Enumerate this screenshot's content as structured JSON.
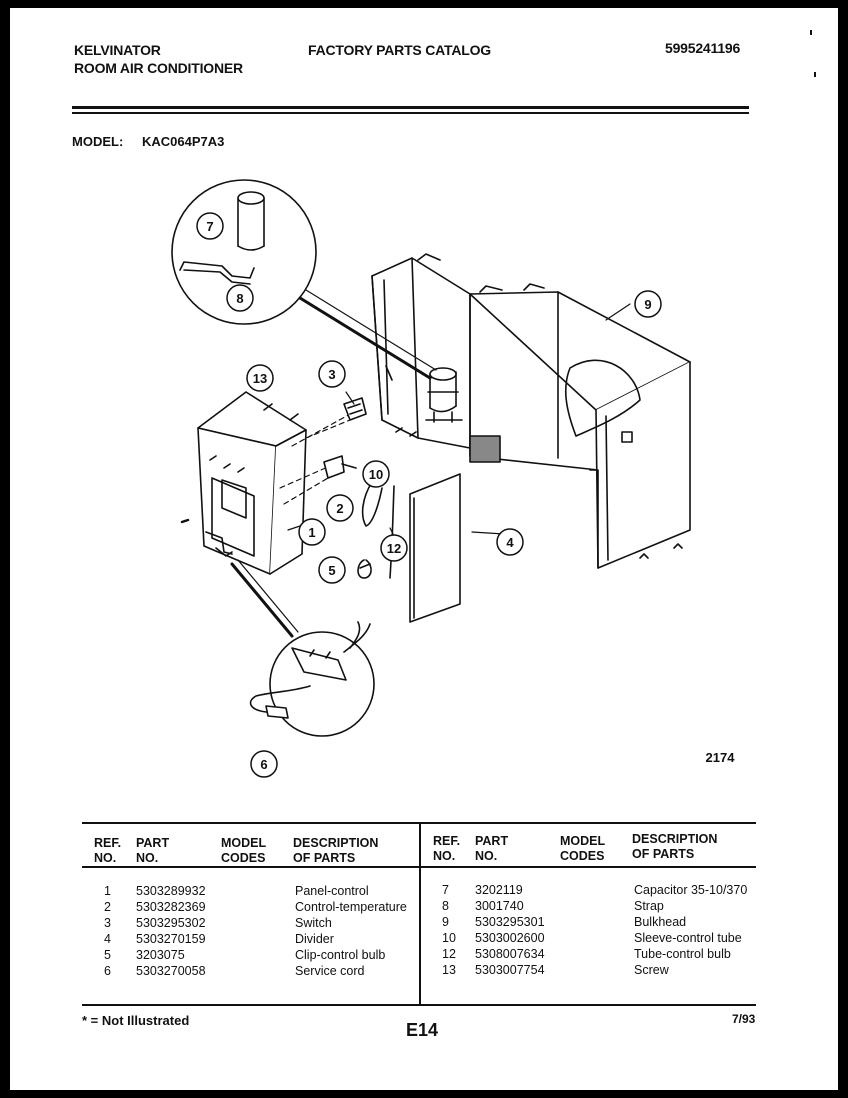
{
  "header": {
    "brand": "KELVINATOR",
    "product": "ROOM AIR CONDITIONER",
    "catalog_title": "FACTORY PARTS CATALOG",
    "catalog_number": "5995241196"
  },
  "model": {
    "label": "MODEL:",
    "value": "KAC064P7A3"
  },
  "diagram": {
    "callouts": [
      "1",
      "2",
      "3",
      "4",
      "5",
      "6",
      "7",
      "8",
      "9",
      "10",
      "12",
      "13"
    ],
    "figure_number": "2174"
  },
  "parts_table": {
    "headers": {
      "ref_line1": "REF.",
      "ref_line2": "NO.",
      "part_line1": "PART",
      "part_line2": "NO.",
      "codes_line1": "MODEL",
      "codes_line2": "CODES",
      "desc_line1": "DESCRIPTION",
      "desc_line2": "OF PARTS"
    },
    "left_rows": [
      {
        "ref": "1",
        "part": "5303289932",
        "desc": "Panel-control"
      },
      {
        "ref": "2",
        "part": "5303282369",
        "desc": "Control-temperature"
      },
      {
        "ref": "3",
        "part": "5303295302",
        "desc": "Switch"
      },
      {
        "ref": "4",
        "part": "5303270159",
        "desc": "Divider"
      },
      {
        "ref": "5",
        "part": "3203075",
        "desc": "Clip-control bulb"
      },
      {
        "ref": "6",
        "part": "5303270058",
        "desc": "Service cord"
      }
    ],
    "right_rows": [
      {
        "ref": "7",
        "part": "3202119",
        "desc": "Capacitor 35-10/370"
      },
      {
        "ref": "8",
        "part": "3001740",
        "desc": "Strap"
      },
      {
        "ref": "9",
        "part": "5303295301",
        "desc": "Bulkhead"
      },
      {
        "ref": "10",
        "part": "5303002600",
        "desc": "Sleeve-control tube"
      },
      {
        "ref": "12",
        "part": "5308007634",
        "desc": "Tube-control bulb"
      },
      {
        "ref": "13",
        "part": "5303007754",
        "desc": "Screw"
      }
    ]
  },
  "footer": {
    "note": "* = Not Illustrated",
    "page_code": "E14",
    "date": "7/93"
  }
}
